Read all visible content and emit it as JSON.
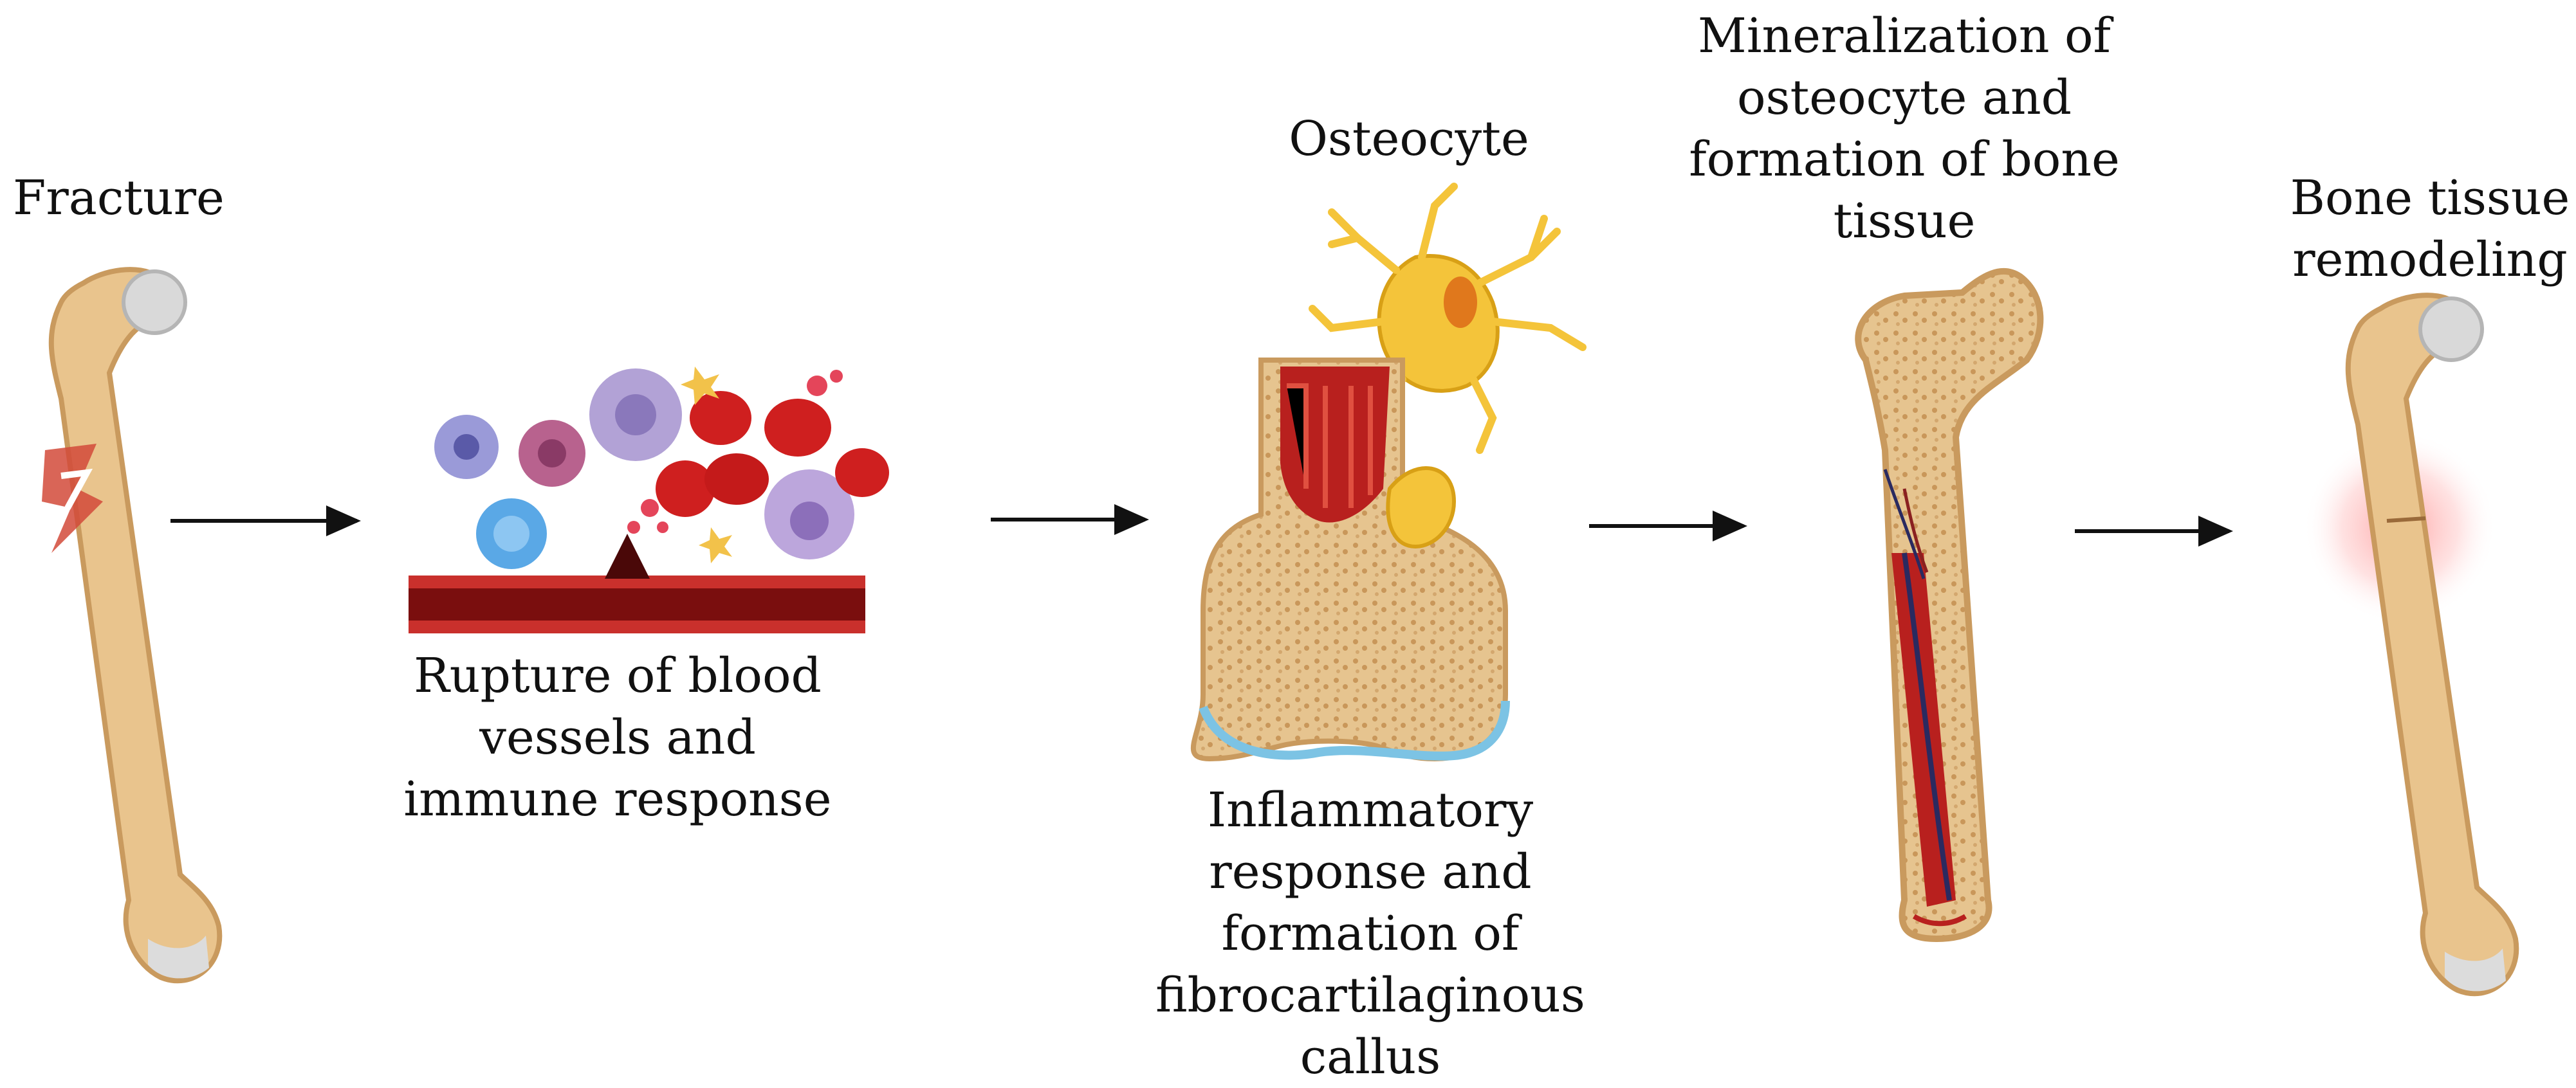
{
  "stages": [
    {
      "id": "fracture",
      "label_lines": [
        "Fracture"
      ]
    },
    {
      "id": "rupture",
      "label_lines": [
        "Rupture of blood",
        "vessels and",
        "immune response"
      ]
    },
    {
      "id": "osteocyte",
      "label_lines": [
        "Osteocyte"
      ]
    },
    {
      "id": "inflammatory",
      "label_lines": [
        "Inflammatory",
        "response and",
        "formation of",
        "fibrocartilaginous",
        "callus"
      ]
    },
    {
      "id": "mineralization",
      "label_lines": [
        "Mineralization of",
        "osteocyte and",
        "formation of bone",
        "tissue"
      ]
    },
    {
      "id": "remodeling",
      "label_lines": [
        "Bone tissue",
        "remodeling"
      ]
    }
  ],
  "arrow_count": 4
}
